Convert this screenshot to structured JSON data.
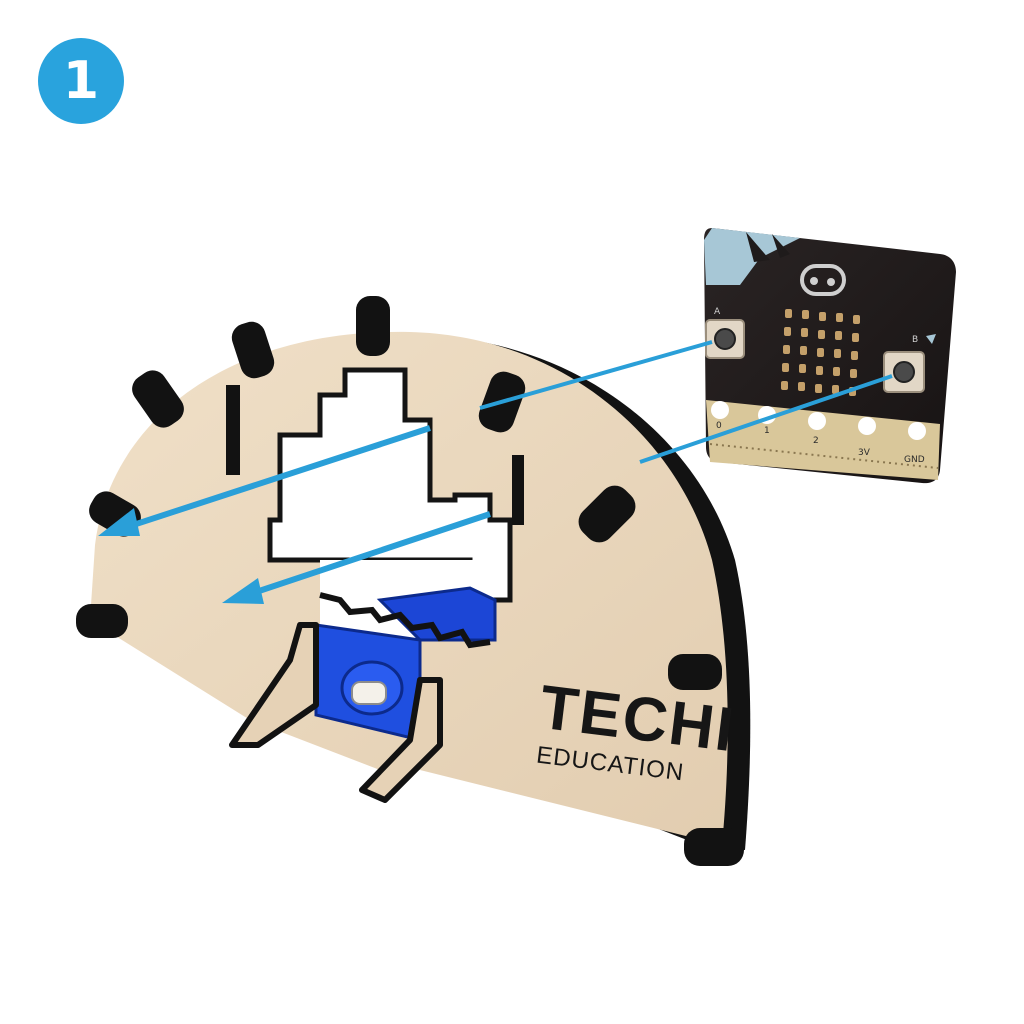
{
  "step": {
    "number": "1"
  },
  "brand": {
    "name": "TECHI",
    "subtitle": "EDUCATION"
  },
  "microbit": {
    "button_a_label": "A",
    "button_b_label": "B",
    "pins": [
      "0",
      "1",
      "2",
      "3V",
      "GND"
    ]
  },
  "colors": {
    "accent": "#29a3dd",
    "arrow": "#2a9fd8",
    "wood": "#e9d6bd",
    "wood_edge": "#141414",
    "board": "#1f1b1b",
    "servo": "#1f4fe0"
  }
}
